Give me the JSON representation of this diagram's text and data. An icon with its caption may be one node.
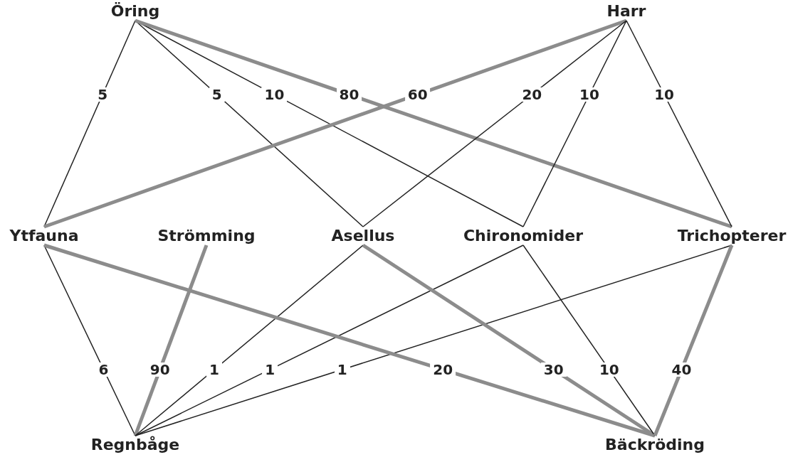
{
  "diagram": {
    "nodes": [
      {
        "text": [
          "Öring"
        ]
      },
      {
        "text": [
          "Harr"
        ]
      },
      {
        "text": [
          "Ytfauna"
        ]
      },
      {
        "text": [
          "Strömming"
        ]
      },
      {
        "text": [
          "Asellus"
        ]
      },
      {
        "text": [
          "Chironomider"
        ]
      },
      {
        "text": [
          "Trichopterer"
        ]
      },
      {
        "text": [
          "Regnbåge"
        ]
      },
      {
        "text": [
          "Bäckröding"
        ]
      }
    ],
    "edges": [
      {
        "from": 0,
        "to": 2,
        "arrow": "none",
        "label": "5"
      },
      {
        "from": 0,
        "to": 4,
        "arrow": "none",
        "label": "5"
      },
      {
        "from": 0,
        "to": 5,
        "arrow": "none",
        "label": "10"
      },
      {
        "from": 0,
        "to": 6,
        "arrow": "none",
        "label": "80",
        "style": "thick",
        "color": "#8c8c8c"
      },
      {
        "from": 1,
        "to": 2,
        "arrow": "none",
        "label": "60",
        "style": "thick",
        "color": "#8c8c8c"
      },
      {
        "from": 1,
        "to": 4,
        "arrow": "none",
        "label": "20"
      },
      {
        "from": 1,
        "to": 5,
        "arrow": "none",
        "label": "10"
      },
      {
        "from": 1,
        "to": 6,
        "arrow": "none",
        "label": "10"
      },
      {
        "from": 7,
        "to": 2,
        "arrow": "none",
        "label": "6"
      },
      {
        "from": 7,
        "to": 3,
        "arrow": "none",
        "label": "90",
        "style": "thick",
        "color": "#8c8c8c"
      },
      {
        "from": 7,
        "to": 4,
        "arrow": "none",
        "label": "1"
      },
      {
        "from": 7,
        "to": 5,
        "arrow": "none",
        "label": "1"
      },
      {
        "from": 7,
        "to": 6,
        "arrow": "none",
        "label": "1"
      },
      {
        "from": 8,
        "to": 2,
        "arrow": "none",
        "label": "20",
        "style": "thick",
        "color": "#8c8c8c"
      },
      {
        "from": 8,
        "to": 4,
        "arrow": "none",
        "label": "30",
        "style": "thick",
        "color": "#8c8c8c"
      },
      {
        "from": 8,
        "to": 5,
        "arrow": "none",
        "label": "10"
      },
      {
        "from": 8,
        "to": 6,
        "arrow": "none",
        "label": "40",
        "style": "thick",
        "color": "#8c8c8c"
      }
    ]
  }
}
